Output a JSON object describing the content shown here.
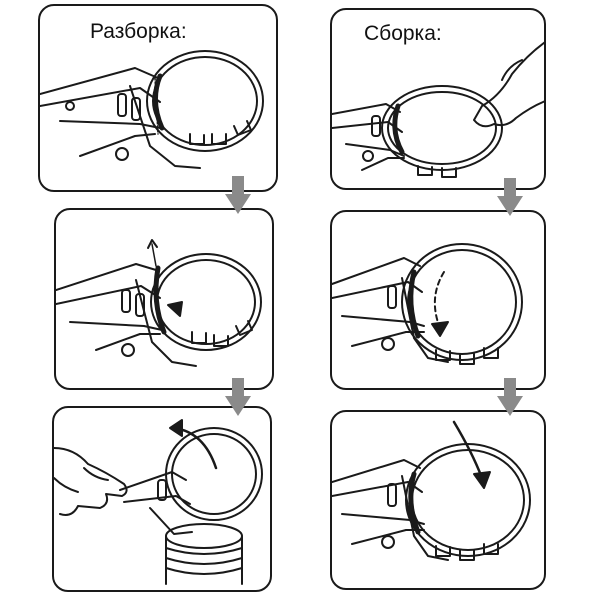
{
  "columns": [
    {
      "id": "disassembly",
      "caption": "Разборка:"
    },
    {
      "id": "assembly",
      "caption": "Сборка:"
    }
  ],
  "colors": {
    "outline": "#1a1a1a",
    "arrow": "#8a8a8a",
    "background": "#ffffff"
  },
  "icons": [
    "ring-pliers-icon",
    "piston-ring-icon",
    "hand-icon",
    "piston-icon",
    "rotation-arrow-icon",
    "down-arrow-icon"
  ]
}
